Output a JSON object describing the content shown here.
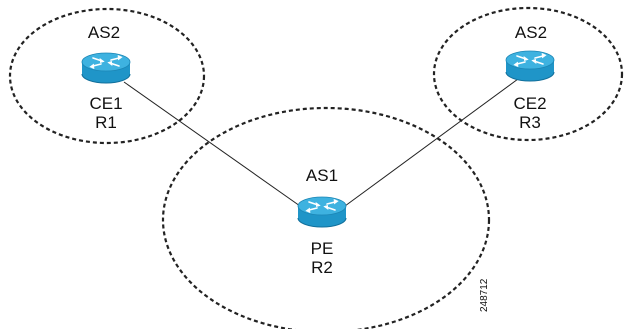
{
  "colors": {
    "router_body": "#1f95c8",
    "router_top": "#3eb2e0",
    "router_shadow": "#12709c",
    "router_arrows": "#ffffff",
    "link": "#222222",
    "boundary": "#222222"
  },
  "autonomous_systems": [
    {
      "id": "as-left",
      "label": "AS2"
    },
    {
      "id": "as-center",
      "label": "AS1"
    },
    {
      "id": "as-right",
      "label": "AS2"
    }
  ],
  "routers": [
    {
      "id": "r1",
      "icon": "router-icon",
      "role": "CE1",
      "name": "R1"
    },
    {
      "id": "r2",
      "icon": "router-icon",
      "role": "PE",
      "name": "R2"
    },
    {
      "id": "r3",
      "icon": "router-icon",
      "role": "CE2",
      "name": "R3"
    }
  ],
  "figure_id": "248712"
}
